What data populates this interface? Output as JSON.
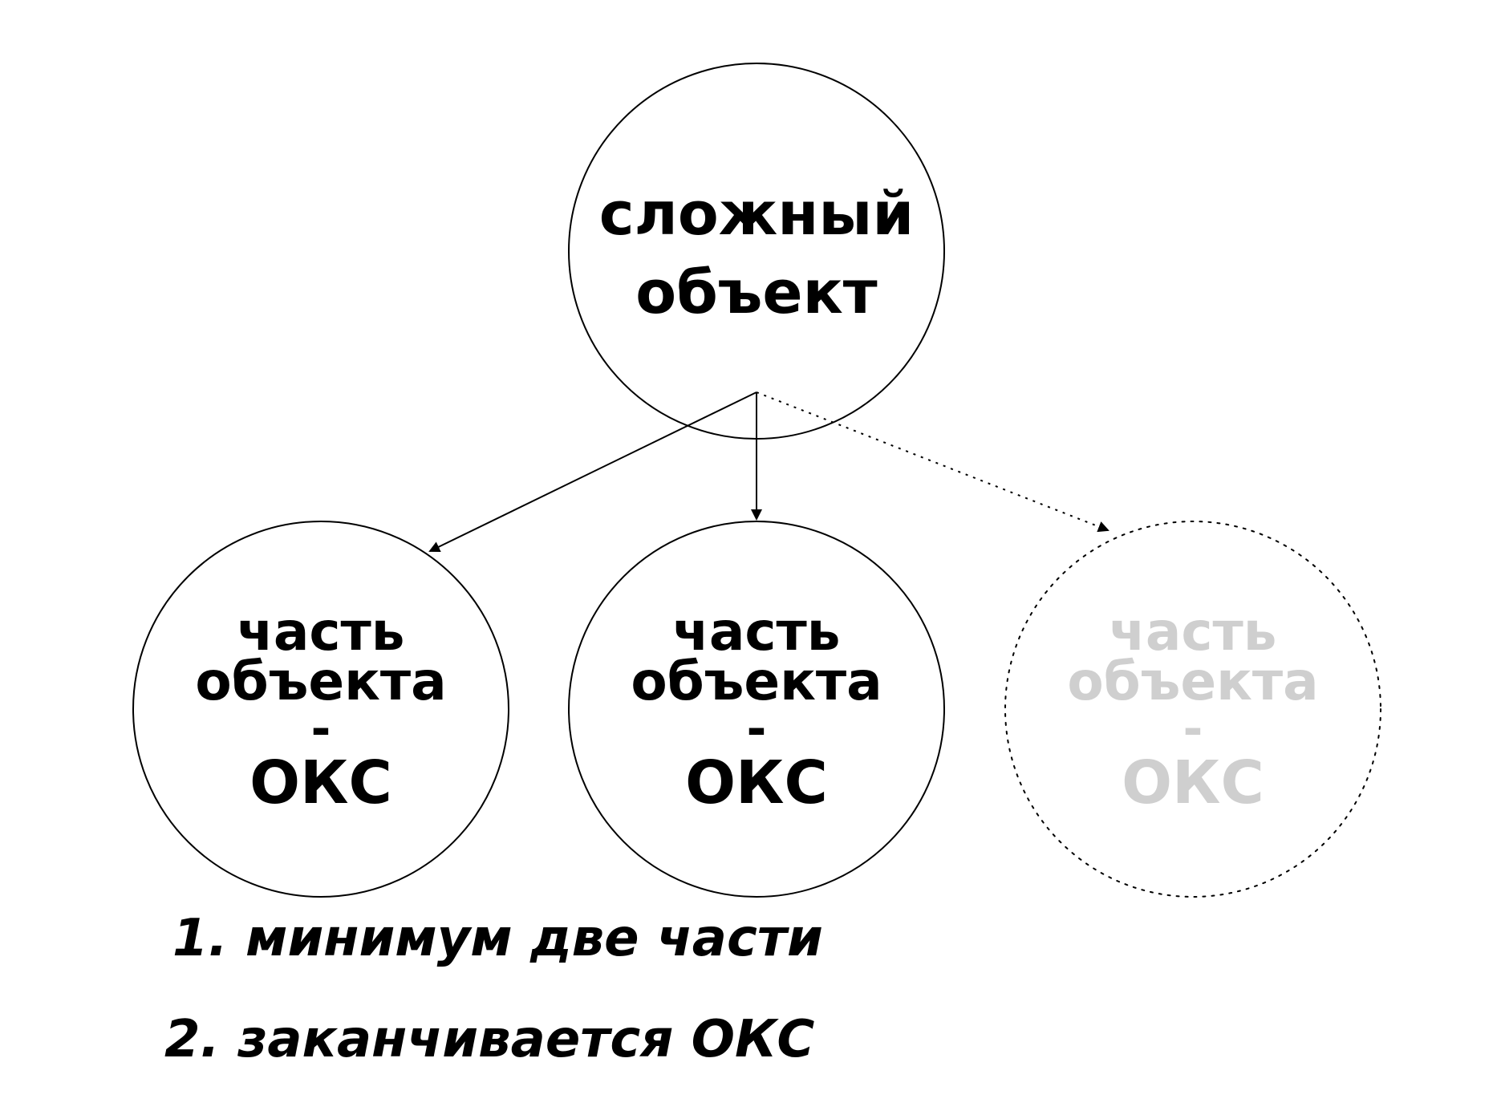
{
  "nodes": {
    "root": {
      "line1": "сложный",
      "line2": "объект"
    },
    "part_left": {
      "line1": "часть",
      "line2": "объекта",
      "line3": "-",
      "line4": "ОКС"
    },
    "part_middle": {
      "line1": "часть",
      "line2": "объекта",
      "line3": "-",
      "line4": "ОКС"
    },
    "part_optional": {
      "line1": "часть",
      "line2": "объекта",
      "line3": "-",
      "line4": "ОКС",
      "style": "dotted",
      "text_color": "#cfcfcf"
    }
  },
  "edges": [
    {
      "from": "root",
      "to": "part_left",
      "style": "solid"
    },
    {
      "from": "root",
      "to": "part_middle",
      "style": "solid"
    },
    {
      "from": "root",
      "to": "part_optional",
      "style": "dotted"
    }
  ],
  "notes": [
    "1. минимум две части",
    "2. заканчивается ОКС"
  ],
  "colors": {
    "stroke": "#000000",
    "text": "#000000",
    "ghost_text": "#cfcfcf",
    "background": "#ffffff"
  }
}
